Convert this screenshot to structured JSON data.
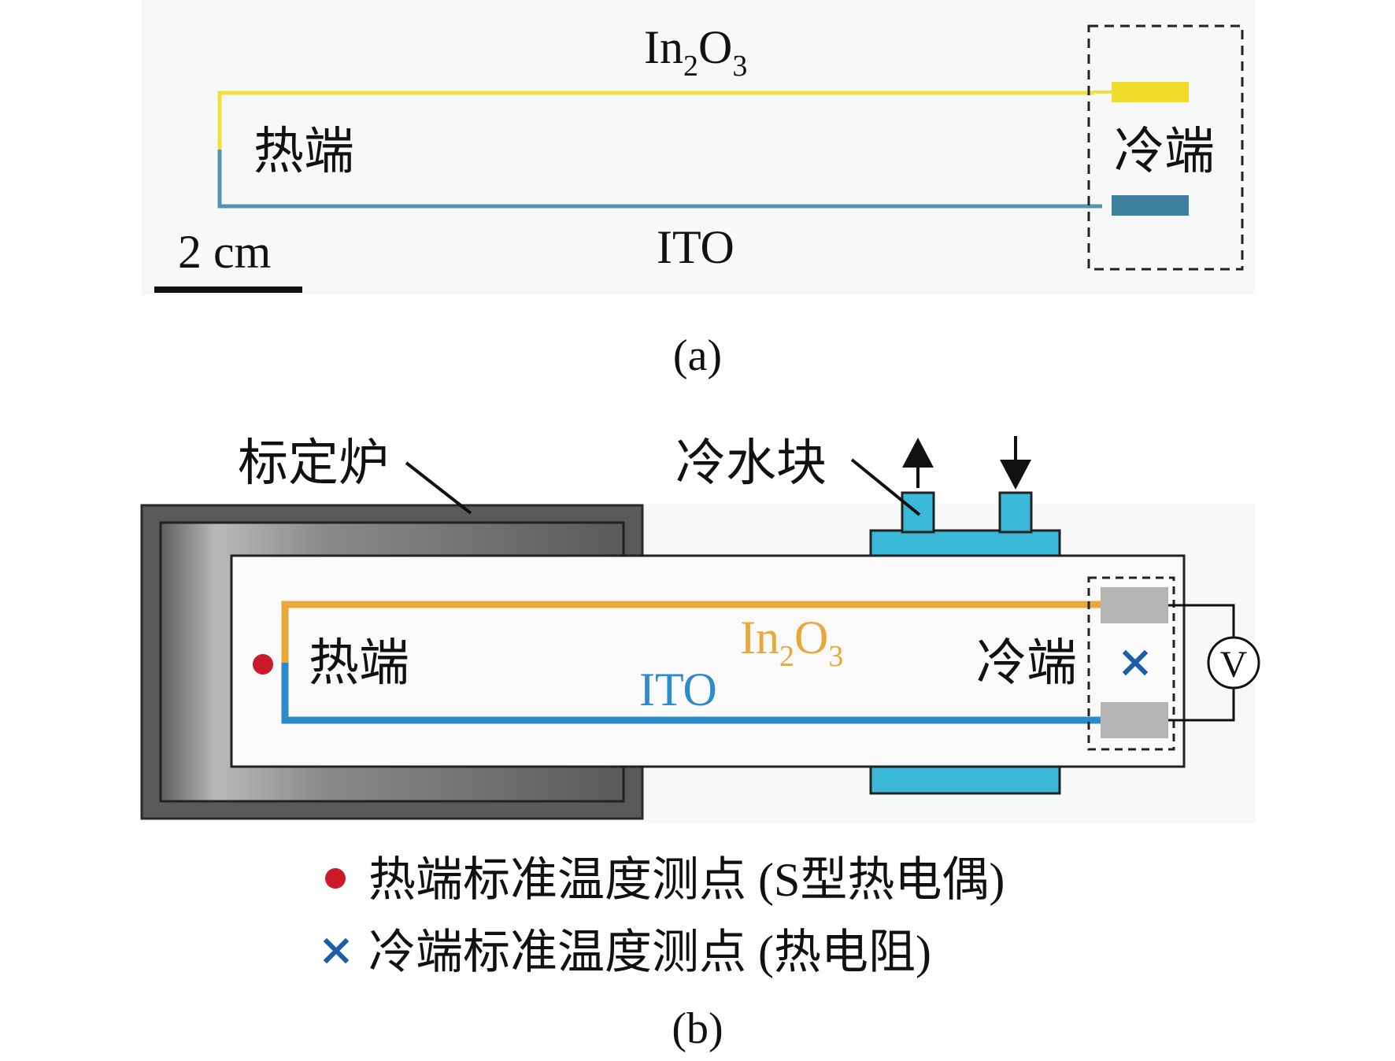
{
  "panel_a": {
    "top_material": {
      "base": "In",
      "sub1": "2",
      "mid": "O",
      "sub2": "3"
    },
    "bottom_material": "ITO",
    "hot_end": "热端",
    "cold_end": "冷端",
    "scale_bar": "2 cm",
    "caption": "(a)"
  },
  "panel_b": {
    "furnace_label": "标定炉",
    "cooling_block_label": "冷水块",
    "hot_end": "热端",
    "cold_end": "冷端",
    "top_material": {
      "base": "In",
      "sub1": "2",
      "mid": "O",
      "sub2": "3"
    },
    "bottom_material": "ITO",
    "voltmeter": "V",
    "caption": "(b)"
  },
  "legend": {
    "hot_point": "热端标准温度测点 (S型热电偶)",
    "cold_point": "冷端标准温度测点 (热电阻)"
  },
  "colors": {
    "in2o3_photo": "#f2df3c",
    "ito_photo": "#5a92b0",
    "in2o3": "#e8a83a",
    "ito": "#2b8ccb",
    "cooling_block": "#3ab8d8",
    "hot_point": "#cc1a2a",
    "cold_point": "#1a5faa",
    "furnace_outer": "#5a5a5a",
    "pad_gray": "#b4b4b4"
  },
  "icons": {
    "flow_out": "arrow-up-icon",
    "flow_in": "arrow-down-icon",
    "hot_marker": "dot-icon",
    "cold_marker": "cross-icon"
  }
}
